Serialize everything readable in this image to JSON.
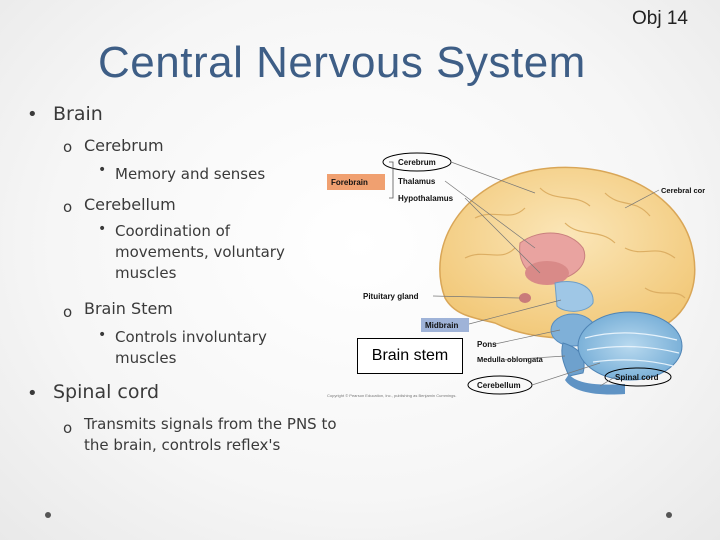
{
  "slide": {
    "title": "Central Nervous System",
    "objective_tag": "Obj 14"
  },
  "bullets": {
    "brain": "Brain",
    "cerebrum": "Cerebrum",
    "cerebrum_detail": "Memory and senses",
    "cerebellum": "Cerebellum",
    "cerebellum_detail": "Coordination of movements, voluntary muscles",
    "brain_stem": "Brain Stem",
    "brain_stem_detail": "Controls involuntary muscles",
    "spinal_cord": "Spinal cord",
    "spinal_cord_detail": "Transmits signals from the PNS to the brain, controls reflex's"
  },
  "diagram": {
    "labels": {
      "forebrain": "Forebrain",
      "cerebrum": "Cerebrum",
      "thalamus": "Thalamus",
      "hypothalamus": "Hypothalamus",
      "cerebral_cortex": "Cerebral cortex",
      "pituitary_gland": "Pituitary gland",
      "midbrain": "Midbrain",
      "pons": "Pons",
      "medulla": "Medulla oblongata",
      "cerebellum": "Cerebellum",
      "spinal_cord": "Spinal cord"
    },
    "callout": "Brain stem",
    "copyright": "Copyright © Pearson Education, Inc., publishing as Benjamin Cummings."
  },
  "colors": {
    "title": "#3e5e86",
    "forebrain_box": "#f0a070",
    "midbrain_box": "#9fb3d8"
  }
}
